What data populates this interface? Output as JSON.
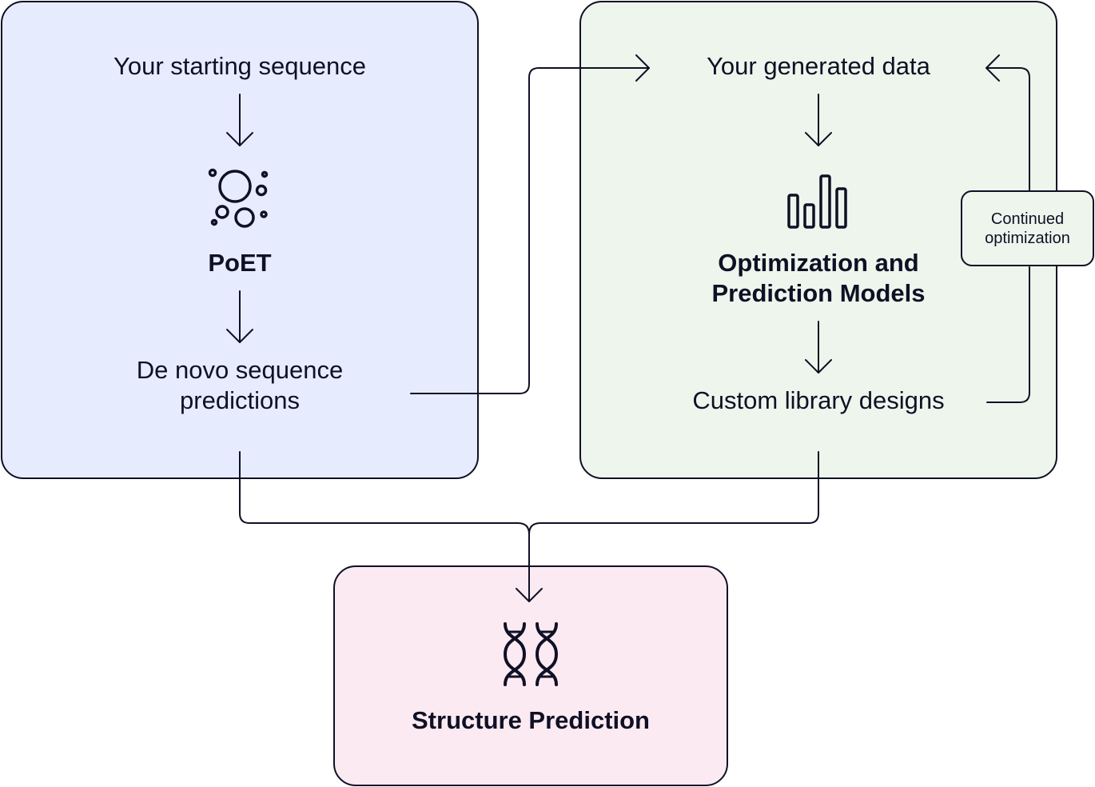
{
  "colors": {
    "ink": "#0f1025",
    "poet_panel": "#e6ecfd",
    "optimization_panel": "#eef5ec",
    "structure_panel": "#fbeaf1",
    "background": "#ffffff"
  },
  "poet_panel": {
    "input_label": "Your starting sequence",
    "model_icon": "bubbles-icon",
    "model_title": "PoET",
    "output_label": "De novo sequence\npredictions"
  },
  "optimization_panel": {
    "input_label": "Your generated data",
    "model_icon": "bar-chart-icon",
    "model_title": "Optimization and\nPrediction Models",
    "output_label": "Custom library designs",
    "loop_label": "Continued\noptimization"
  },
  "structure_panel": {
    "icon": "dna-icon",
    "title": "Structure Prediction"
  }
}
